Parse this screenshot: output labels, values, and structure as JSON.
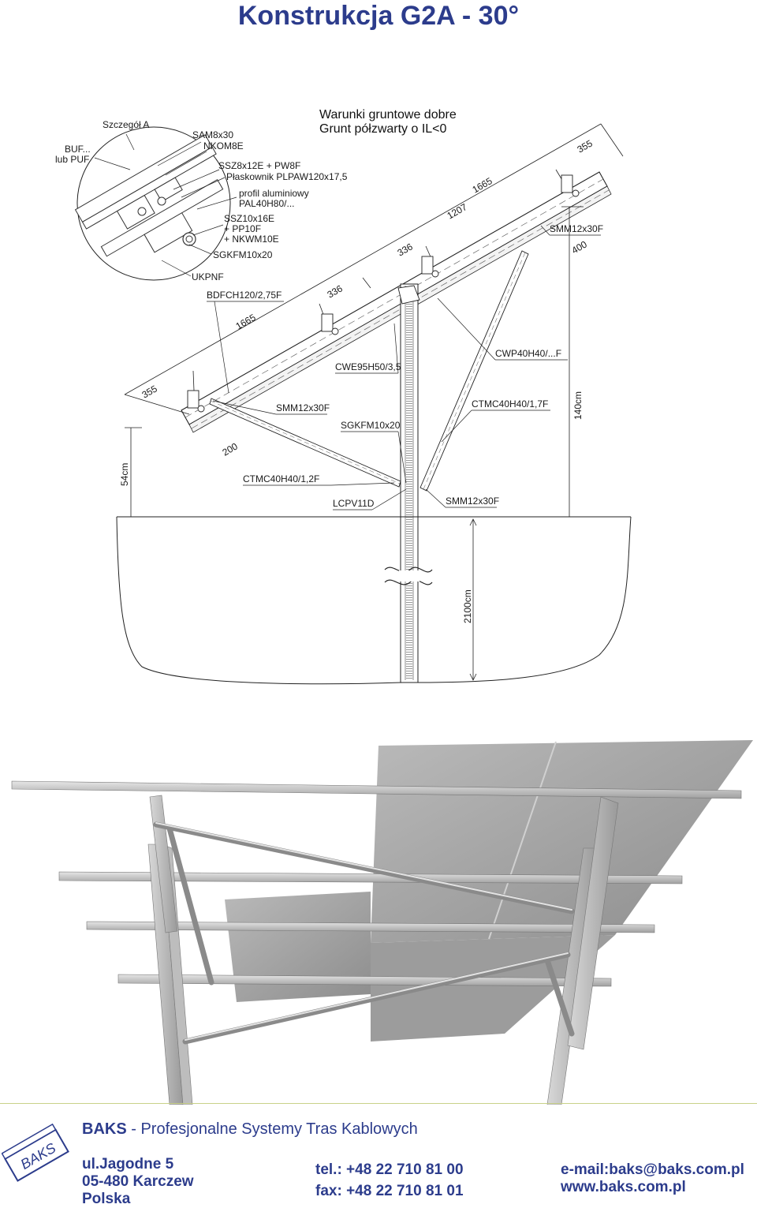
{
  "title": "Konstrukcja G2A - 30°",
  "soil_conditions": [
    "Warunki gruntowe dobre",
    "Grunt półzwarty o IL<0"
  ],
  "detail": {
    "label": "Szczegół A",
    "parts": {
      "buf": "BUF...",
      "lub_puf": "lub PUF",
      "sam": "SAM8x30",
      "nkom": "NKOM8E",
      "ssz8": "SSZ8x12E + PW8F",
      "plaskownik": "Płaskownik PLPAW120x17,5",
      "profil1": "profil aluminiowy",
      "profil2": "PAL40H80/...",
      "ssz10": "SSZ10x16E",
      "pp10": "+ PP10F",
      "nkwm": "+ NKWM10E",
      "sgkfm": "SGKFM10x20",
      "ukpnf": "UKPNF"
    }
  },
  "labels": {
    "bdfch": "BDFCH120/2,75F",
    "cwe": "CWE95H50/3,5",
    "cwp": "CWP40H40/...F",
    "smm_top": "SMM12x30F",
    "smm_mid": "SMM12x30F",
    "smm_bottom": "SMM12x30F",
    "ctmc_right": "CTMC40H40/1,7F",
    "ctmc_left": "CTMC40H40/1,2F",
    "sgkfm_mid": "SGKFM10x20",
    "lcpv": "LCPV11D"
  },
  "dimensions": {
    "d355_left": "355",
    "d1665_left": "1665",
    "d336_a": "336",
    "d336_b": "336",
    "d1207": "1207",
    "d1665_right": "1665",
    "d355_right": "355",
    "d400": "400",
    "d200": "200",
    "h140": "140cm",
    "h54": "54cm",
    "h2100": "2100cm"
  },
  "footer": {
    "brand": "BAKS",
    "tagline": " - Profesjonalne Systemy Tras Kablowych",
    "logo_text": "BAKS",
    "address": [
      "ul.Jagodne 5",
      "05-480 Karczew",
      "Polska"
    ],
    "tel": "tel.: +48 22 710 81 00",
    "fax": "fax: +48 22 710 81 01",
    "email": "e-mail:baks@baks.com.pl",
    "www": "www.baks.com.pl"
  },
  "colors": {
    "title": "#2c3c8c",
    "footer_text": "#2c3c8c",
    "footer_rule": "#c9d18a"
  }
}
